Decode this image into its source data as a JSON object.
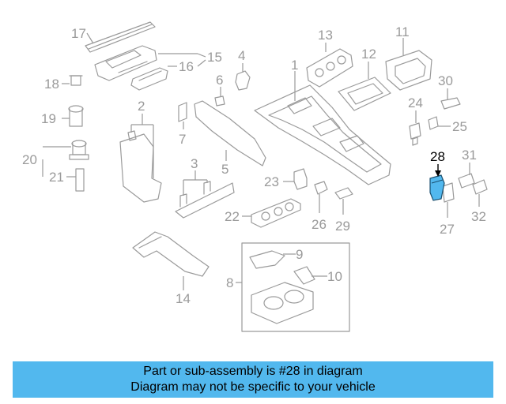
{
  "diagram": {
    "highlight_color": "#52b8ee",
    "callouts": [
      {
        "id": "c1",
        "label": "1"
      },
      {
        "id": "c2",
        "label": "2"
      },
      {
        "id": "c3",
        "label": "3"
      },
      {
        "id": "c4",
        "label": "4"
      },
      {
        "id": "c5",
        "label": "5"
      },
      {
        "id": "c6",
        "label": "6"
      },
      {
        "id": "c7",
        "label": "7"
      },
      {
        "id": "c8",
        "label": "8"
      },
      {
        "id": "c9",
        "label": "9"
      },
      {
        "id": "c10",
        "label": "10"
      },
      {
        "id": "c11",
        "label": "11"
      },
      {
        "id": "c12",
        "label": "12"
      },
      {
        "id": "c13",
        "label": "13"
      },
      {
        "id": "c14",
        "label": "14"
      },
      {
        "id": "c15",
        "label": "15"
      },
      {
        "id": "c16",
        "label": "16"
      },
      {
        "id": "c17",
        "label": "17"
      },
      {
        "id": "c18",
        "label": "18"
      },
      {
        "id": "c19",
        "label": "19"
      },
      {
        "id": "c20",
        "label": "20"
      },
      {
        "id": "c21",
        "label": "21"
      },
      {
        "id": "c22",
        "label": "22"
      },
      {
        "id": "c23",
        "label": "23"
      },
      {
        "id": "c24",
        "label": "24"
      },
      {
        "id": "c25",
        "label": "25"
      },
      {
        "id": "c26",
        "label": "26"
      },
      {
        "id": "c27",
        "label": "27"
      },
      {
        "id": "c28",
        "label": "28"
      },
      {
        "id": "c29",
        "label": "29"
      },
      {
        "id": "c30",
        "label": "30"
      },
      {
        "id": "c31",
        "label": "31"
      },
      {
        "id": "c32",
        "label": "32"
      }
    ],
    "highlighted_part": "28"
  },
  "banner": {
    "line1": "Part or sub-assembly is #28 in diagram",
    "line2": "Diagram may not be specific to your vehicle",
    "background": "#52b8ee"
  }
}
